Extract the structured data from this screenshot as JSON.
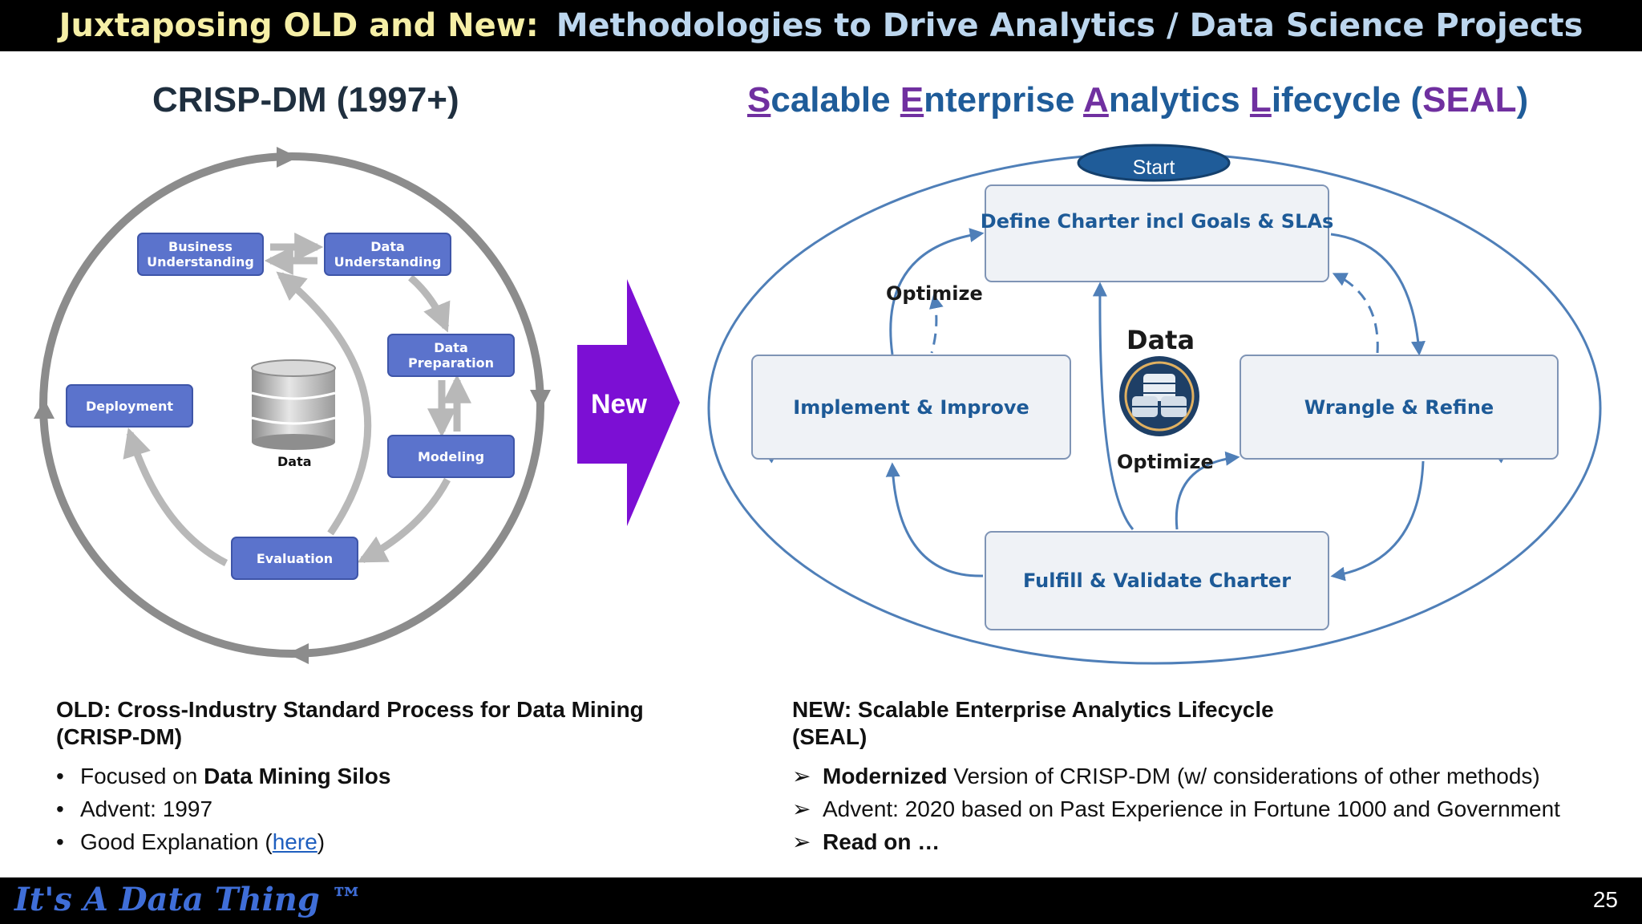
{
  "header": {
    "title_part1": "Juxtaposing OLD and New:",
    "title_part2": "Methodologies to Drive Analytics / Data Science Projects"
  },
  "crisp": {
    "title": "CRISP-DM (1997+)",
    "boxes": {
      "business": "Business\nUnderstanding",
      "data_understanding": "Data\nUnderstanding",
      "data_preparation": "Data\nPreparation",
      "modeling": "Modeling",
      "evaluation": "Evaluation",
      "deployment": "Deployment"
    },
    "data_label": "Data"
  },
  "arrow": {
    "label": "New"
  },
  "seal": {
    "title": {
      "s_letter": "S",
      "s_rest": "calable ",
      "e_letter": "E",
      "e_rest": "nterprise ",
      "a_letter": "A",
      "a_rest": "nalytics ",
      "l_letter": "L",
      "l_rest": "ifecycle (",
      "abbr": "SEAL",
      "close": ")"
    },
    "start": "Start",
    "boxes": {
      "define": "Define Charter incl Goals & SLAs",
      "implement": "Implement & Improve",
      "wrangle": "Wrangle & Refine",
      "fulfill": "Fulfill & Validate Charter"
    },
    "optimize_top": "Optimize",
    "optimize_bottom": "Optimize",
    "data_label": "Data"
  },
  "old": {
    "heading_line1": "OLD: Cross-Industry Standard Process for Data Mining",
    "heading_line2": "(CRISP-DM)",
    "bullet_marker": "•",
    "b1_prefix": "Focused on ",
    "b1_bold": "Data Mining Silos",
    "b2": "Advent: 1997",
    "b3_prefix": "Good Explanation (",
    "b3_link": "here",
    "b3_suffix": ")"
  },
  "new": {
    "heading_line1": "NEW: Scalable Enterprise Analytics Lifecycle",
    "heading_line2": "(SEAL)",
    "bullet_marker": "➢",
    "b1_bold": "Modernized",
    "b1_rest": " Version of CRISP-DM (w/ considerations of other methods)",
    "b2": "Advent: 2020 based on Past Experience in Fortune 1000 and Government",
    "b3_bold": "Read on …"
  },
  "footer": {
    "brand": "It's A Data Thing ™",
    "page_number": "25"
  },
  "colors": {
    "crisp_box": "#5b73cc",
    "new_arrow": "#7c0fd4",
    "seal_blue": "#1f5c99",
    "seal_highlight": "#7030a0",
    "header_left": "#f6efa6",
    "header_right": "#bcd6ee"
  }
}
